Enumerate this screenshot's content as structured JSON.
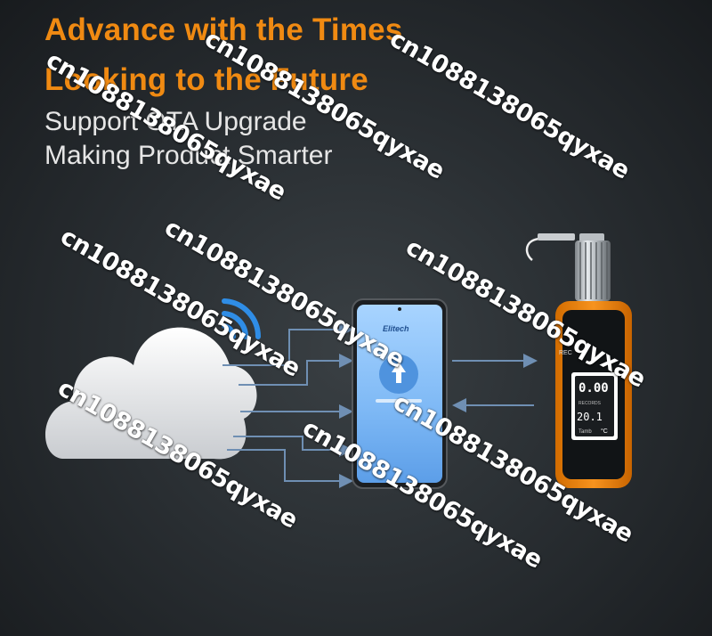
{
  "headline": {
    "line1": "Advance with the Times",
    "line2": "Looking to the Future"
  },
  "subheadline": {
    "line1": "Support OTA Upgrade",
    "line2": "Making Product Smarter"
  },
  "phone": {
    "brand": "Elitech"
  },
  "logger": {
    "rec_label": "REC",
    "main_reading": "0.00",
    "temperature": "20.1",
    "temp_unit": "°C",
    "tamb_label": "Tamb",
    "record_label": "RECORDS"
  },
  "icons": {
    "cloud": "cloud-icon",
    "wifi": "wifi-signal-icon",
    "upload": "upload-icon"
  },
  "colors": {
    "accent": "#f08a12",
    "text": "#e6e6e6",
    "arrows": "#6f8fb3",
    "phone_screen": "#8ec4ff"
  },
  "watermark": {
    "text": "cn1088138065qyxae"
  }
}
